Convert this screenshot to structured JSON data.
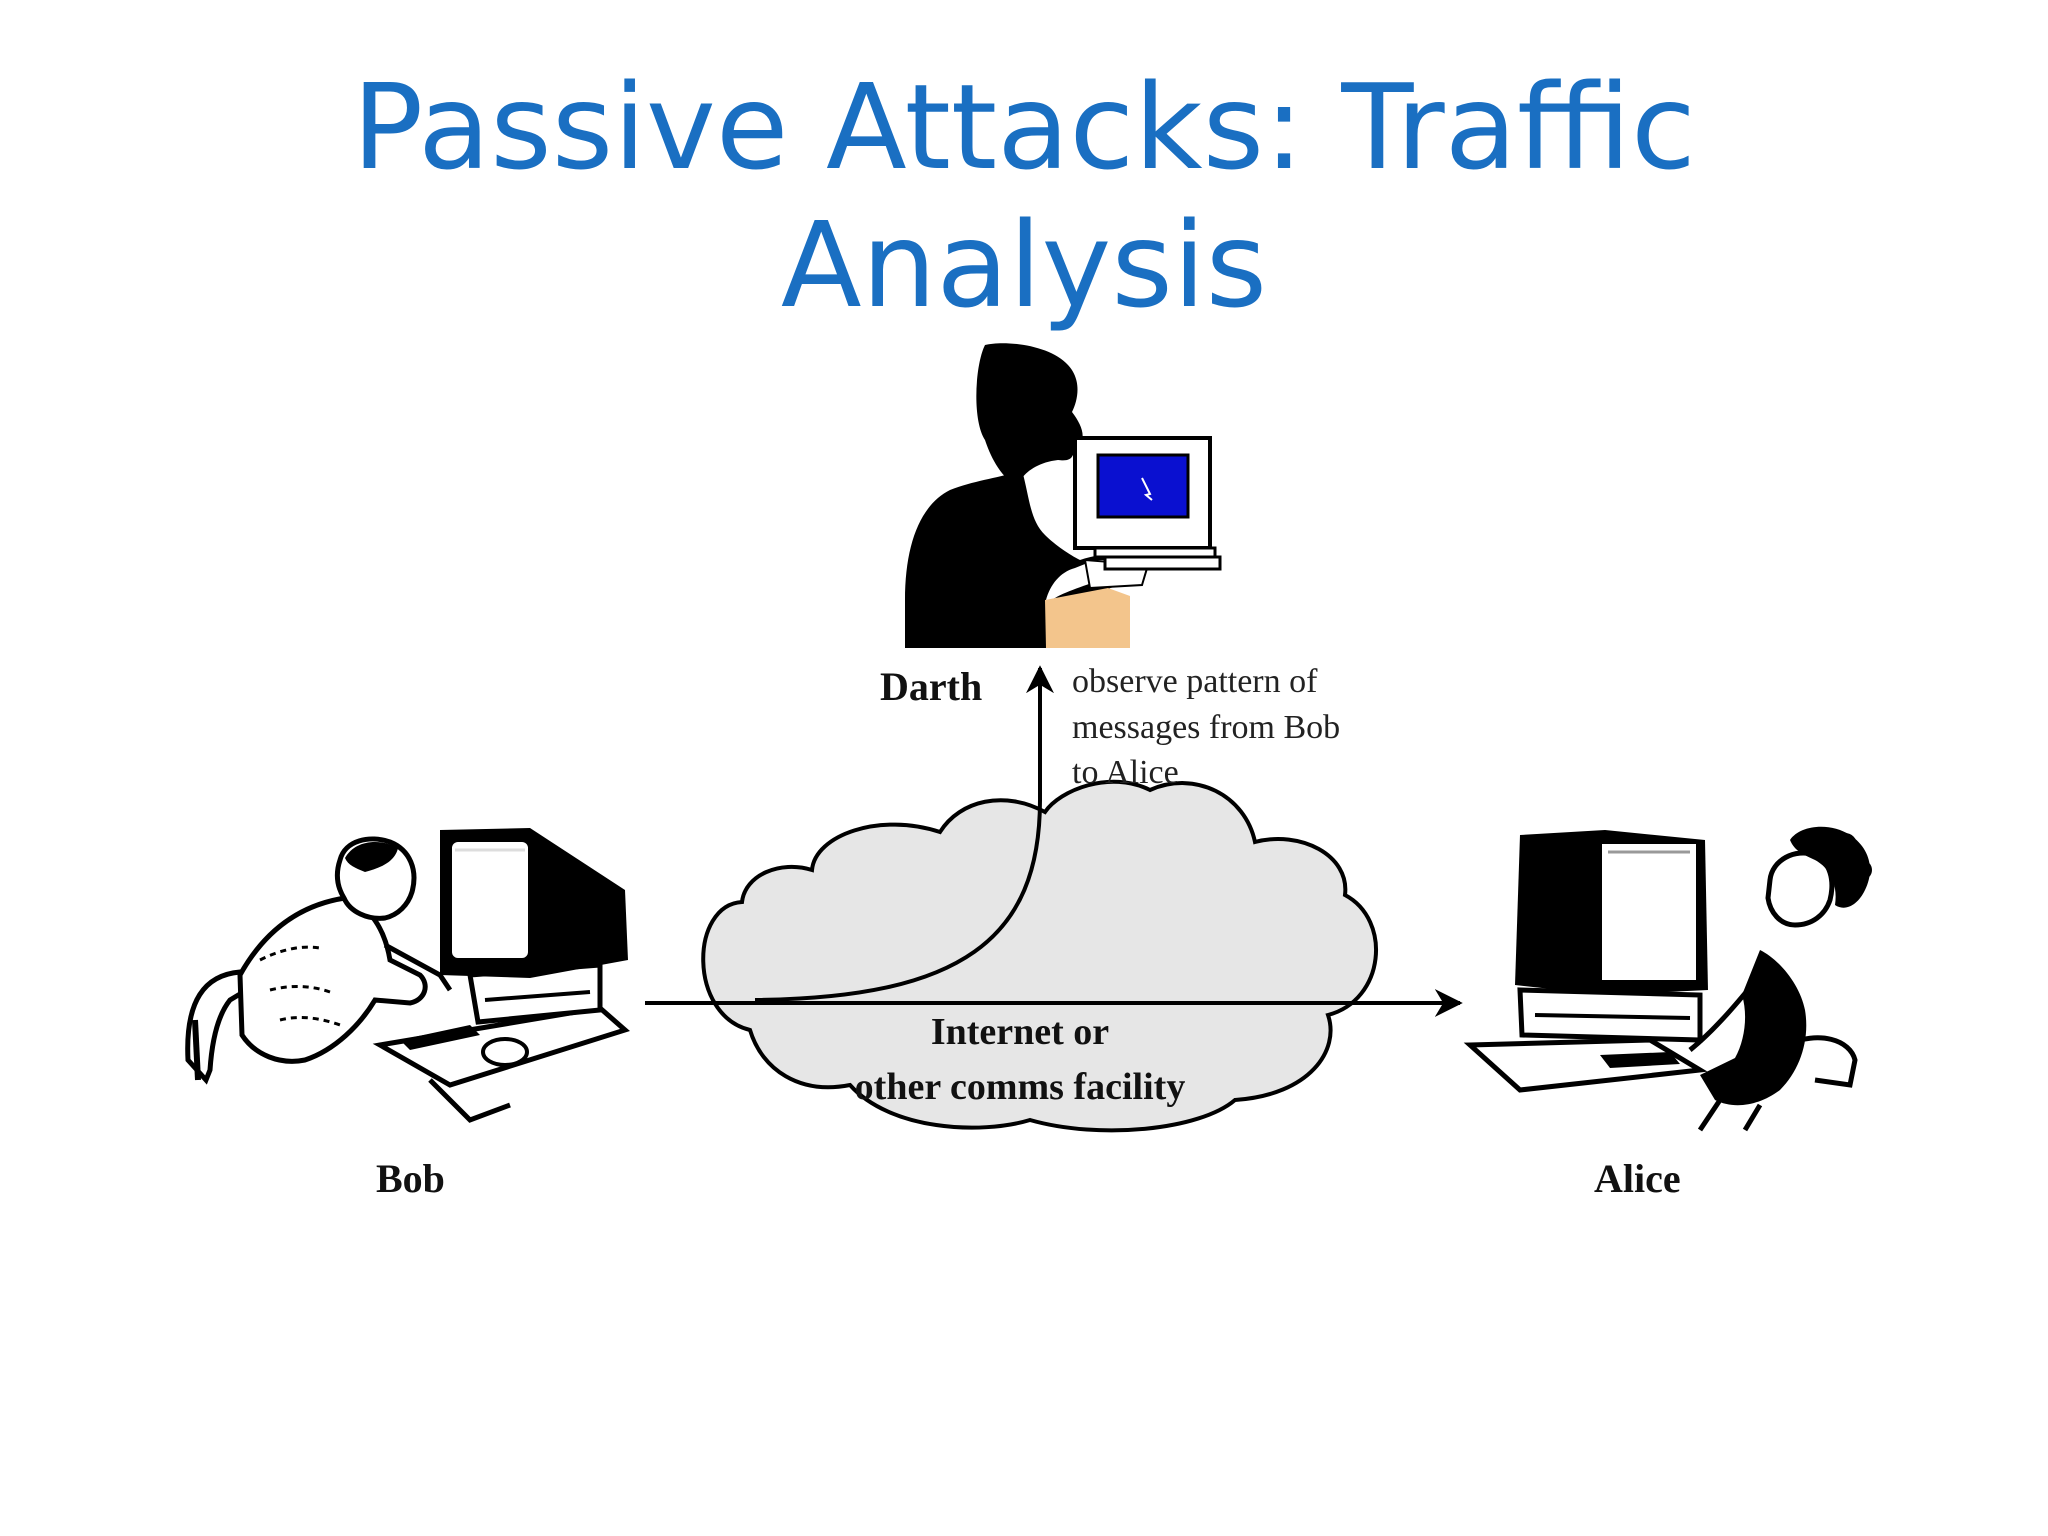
{
  "title": {
    "line1": "Passive Attacks: Traffic",
    "line2": "Analysis"
  },
  "diagram": {
    "attacker_label": "Darth",
    "sender_label": "Bob",
    "receiver_label": "Alice",
    "annotation_lines": [
      "observe pattern of",
      "messages from Bob",
      "to Alice"
    ],
    "network_lines": [
      "Internet or",
      "other comms facility"
    ]
  },
  "colors": {
    "title": "#1a6fc2",
    "cloud_fill": "#e6e6e6",
    "darth_screen": "#0a10d0",
    "darth_desk": "#f3c58c"
  },
  "icons": [
    "darth-silhouette-icon",
    "bob-workstation-icon",
    "alice-workstation-icon",
    "cloud-icon"
  ]
}
